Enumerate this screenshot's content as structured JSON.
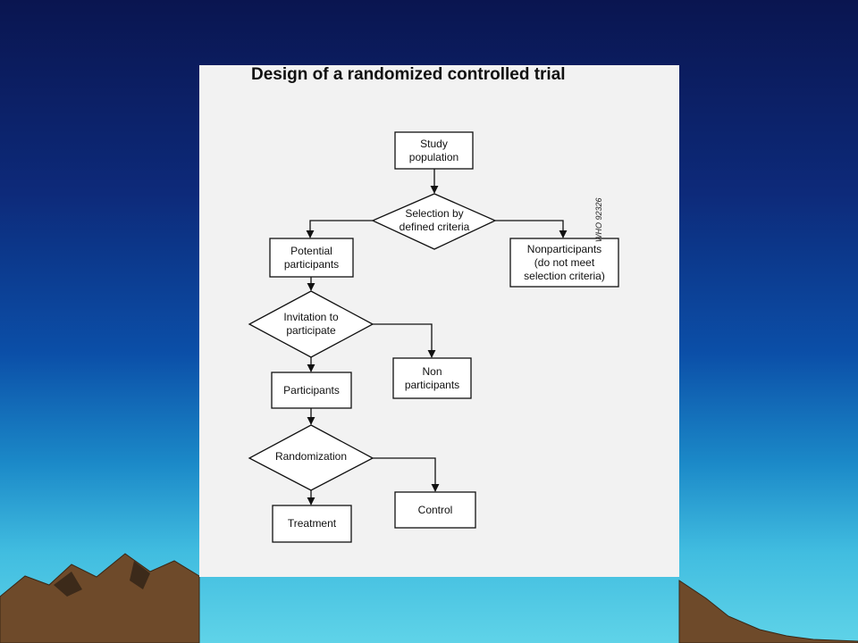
{
  "slide": {
    "colors": {
      "sky_top": "#0a1550",
      "sky_bottom": "#5fd3e8",
      "mountain": "#6e4a2a",
      "card": "#f2f2f2"
    }
  },
  "diagram": {
    "title": "Design of a randomized controlled trial",
    "stamp": "WHO 92326",
    "nodes": {
      "study_population": "Study\npopulation",
      "selection": "Selection by\ndefined criteria",
      "potential_participants": "Potential\nparticipants",
      "nonparticipants": "Nonparticipants\n(do not meet\nselection criteria)",
      "invitation": "Invitation to\nparticipate",
      "non_participants": "Non\nparticipants",
      "participants": "Participants",
      "randomization": "Randomization",
      "treatment": "Treatment",
      "control": "Control"
    }
  }
}
